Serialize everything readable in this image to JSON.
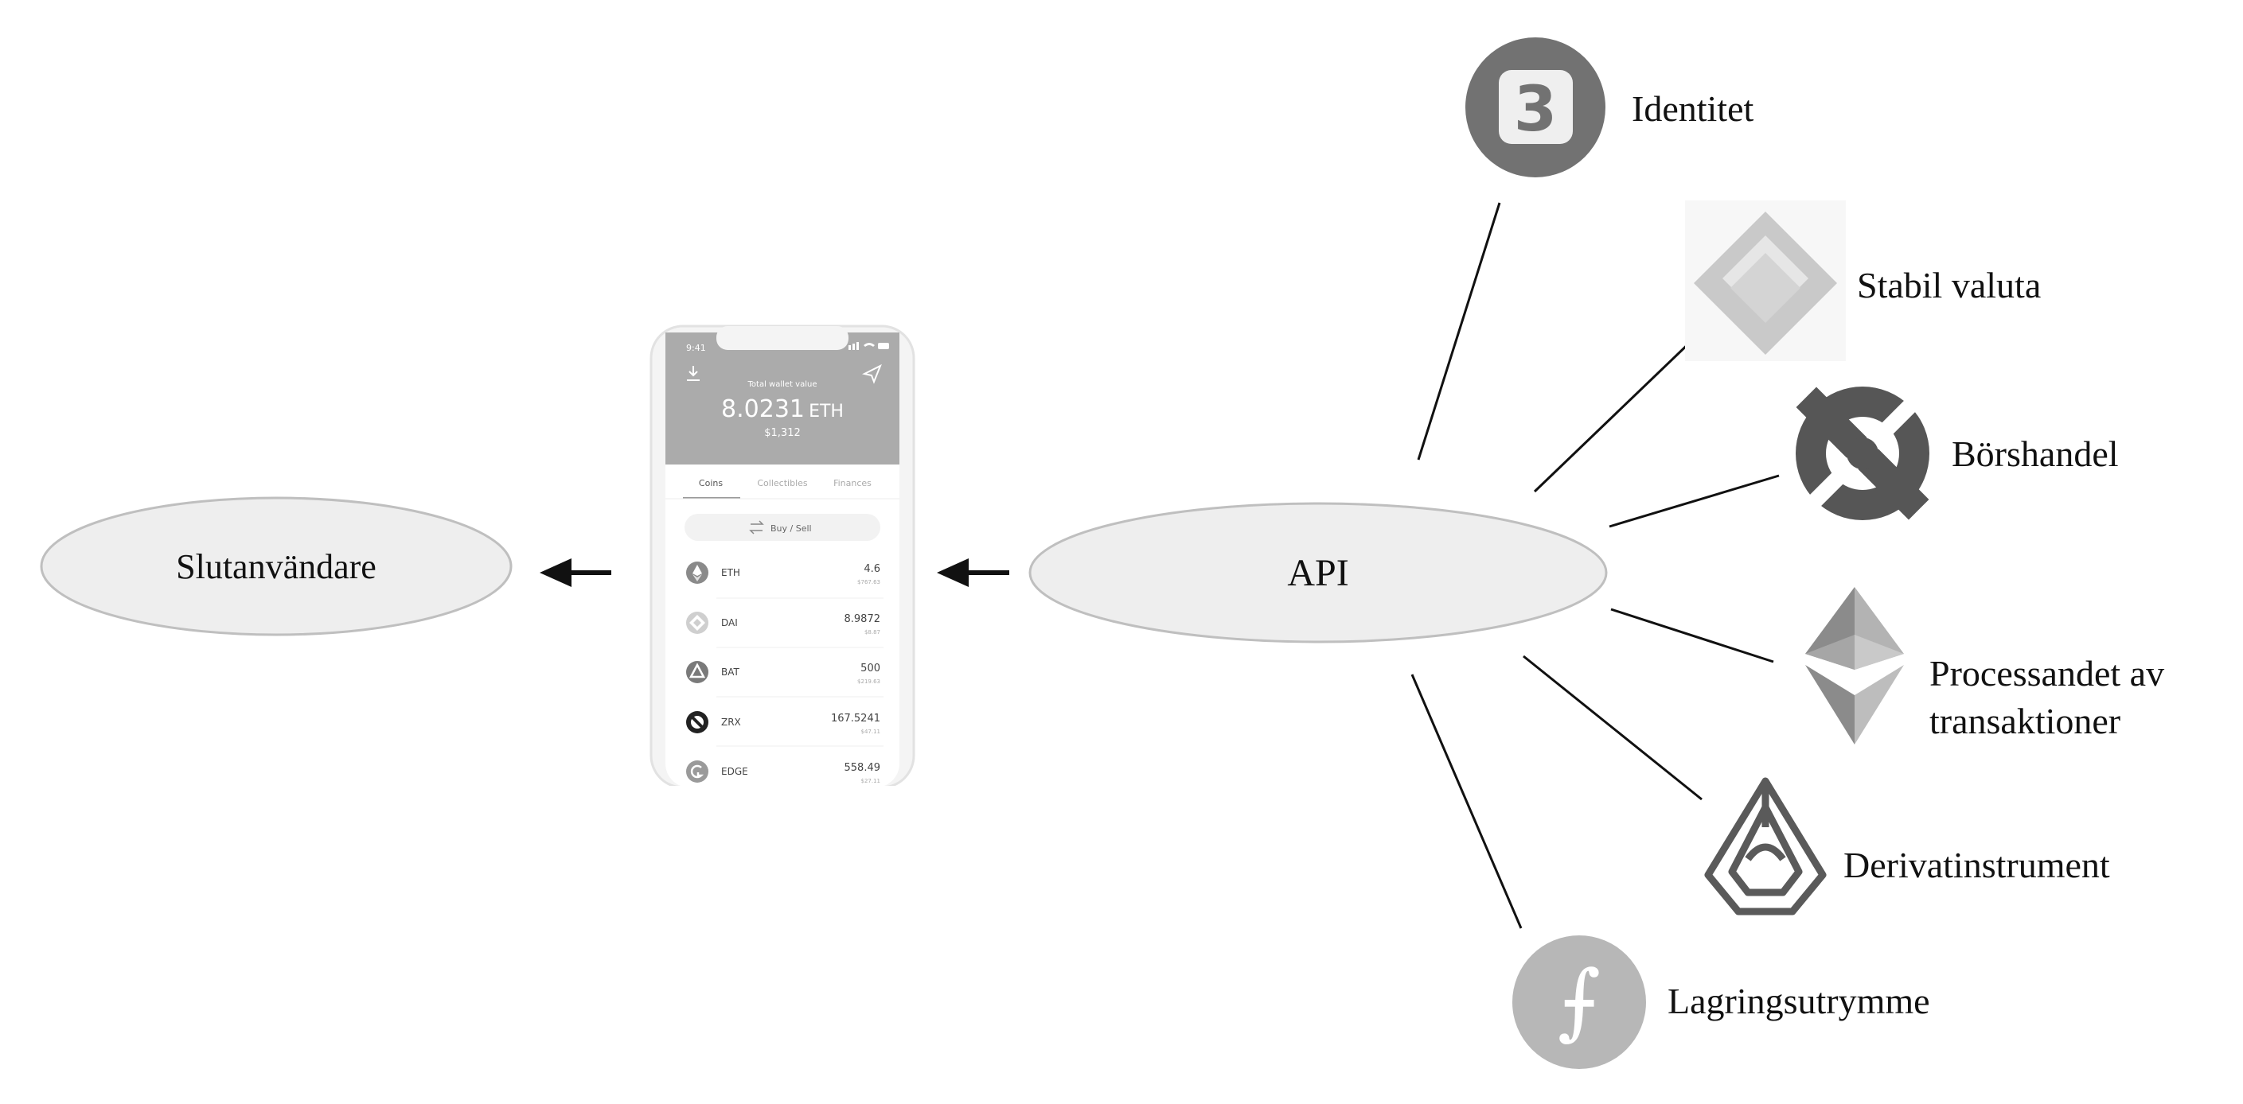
{
  "nodes": {
    "end_user": {
      "label": "Slutanvändare"
    },
    "api": {
      "label": "API"
    }
  },
  "services": [
    {
      "id": "identity",
      "label": "Identitet",
      "icon": "three-box-icon",
      "glyph": "3"
    },
    {
      "id": "stablecoin",
      "label": "Stabil valuta",
      "icon": "dai-diamond-icon"
    },
    {
      "id": "exchange",
      "label": "Börshandel",
      "icon": "zrx-icon"
    },
    {
      "id": "processing",
      "label_lines": [
        "Processandet av",
        "transaktioner"
      ],
      "icon": "ethereum-icon"
    },
    {
      "id": "derivatives",
      "label": "Derivatinstrument",
      "icon": "augur-icon"
    },
    {
      "id": "storage",
      "label": "Lagringsutrymme",
      "icon": "filecoin-icon",
      "glyph": "⨍"
    }
  ],
  "phone": {
    "time": "9:41",
    "wallet_label": "Total wallet value",
    "wallet_value": "8.0231",
    "wallet_unit": "ETH",
    "wallet_fiat": "$1,312",
    "tabs": [
      "Coins",
      "Collectibles",
      "Finances"
    ],
    "buy_sell_label": "Buy / Sell",
    "coins": [
      {
        "symbol": "ETH",
        "amount": "4.6",
        "fiat": "$767.63"
      },
      {
        "symbol": "DAI",
        "amount": "8.9872",
        "fiat": "$8.87"
      },
      {
        "symbol": "BAT",
        "amount": "500",
        "fiat": "$219.63"
      },
      {
        "symbol": "ZRX",
        "amount": "167.5241",
        "fiat": "$47.11"
      },
      {
        "symbol": "EDGE",
        "amount": "558.49",
        "fiat": "$27.11"
      }
    ]
  },
  "colors": {
    "ellipse_fill": "#eeeeee",
    "ellipse_stroke": "#bfbfbf",
    "phone_header": "#ababab",
    "icon_dark": "#606060",
    "icon_mid": "#8c8c8c",
    "icon_light": "#bdbdbd"
  }
}
